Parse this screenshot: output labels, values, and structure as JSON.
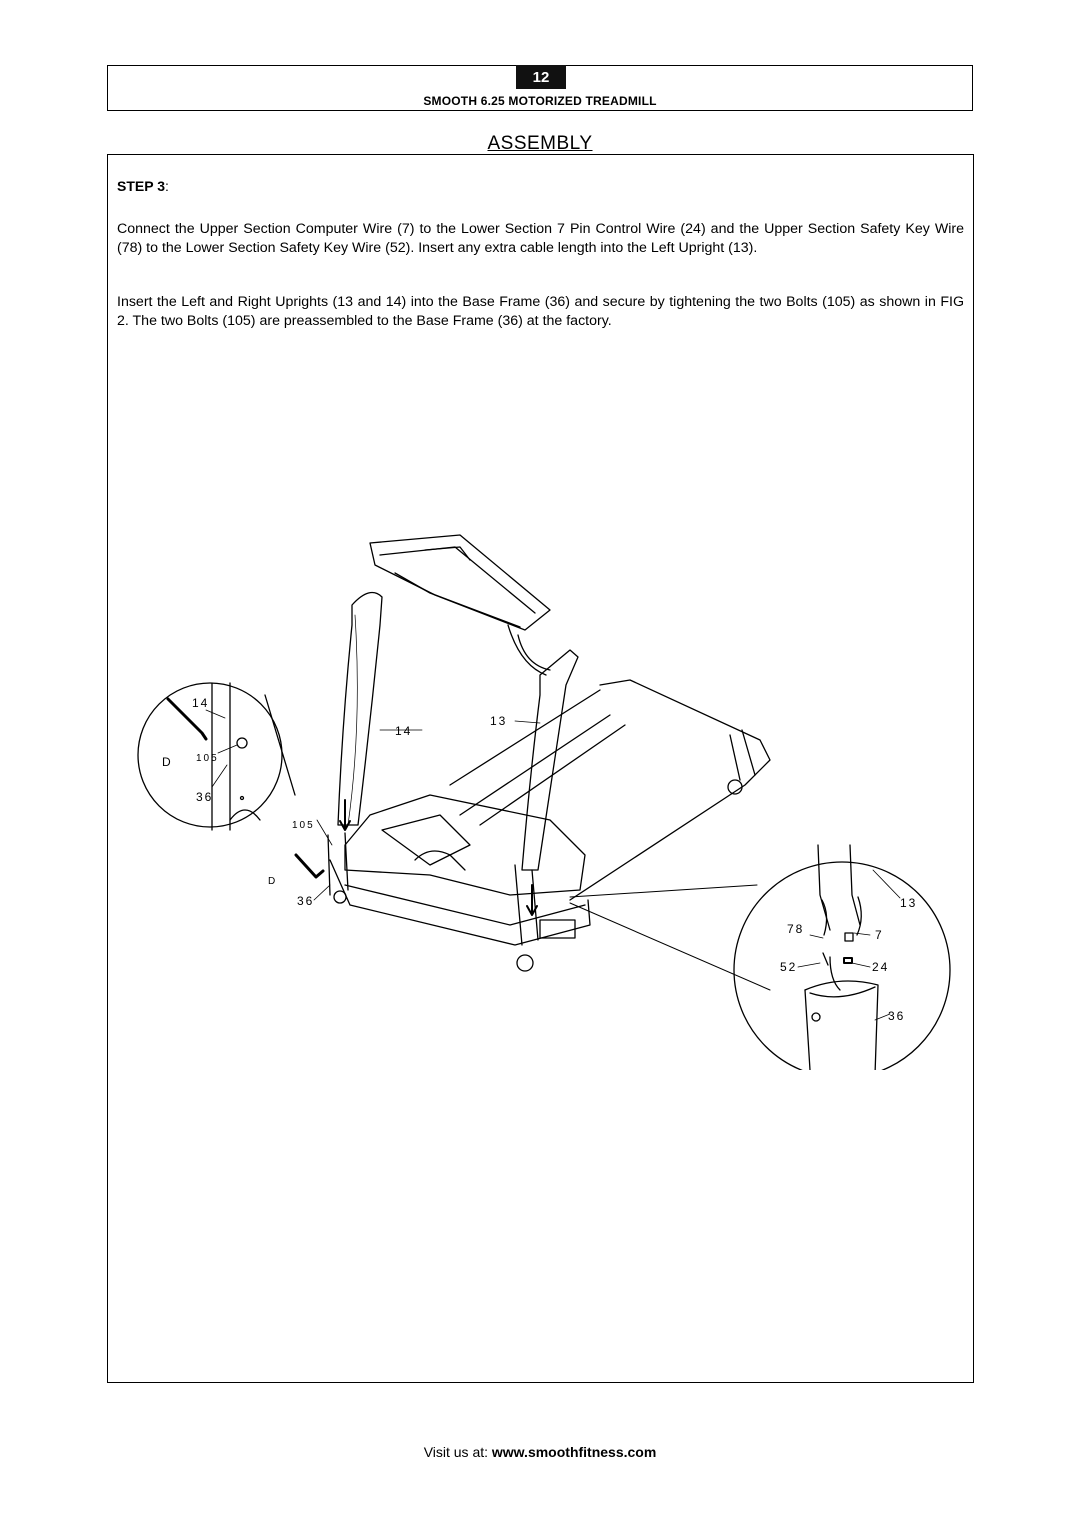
{
  "header": {
    "page_number": "12",
    "doc_title": "SMOOTH 6.25 MOTORIZED TREADMILL"
  },
  "section": {
    "title": "ASSEMBLY"
  },
  "step": {
    "label": "STEP 3",
    "suffix": ":",
    "paragraphs": [
      "Connect the Upper Section Computer Wire (7) to the Lower Section 7 Pin Control Wire (24) and the Upper Section Safety Key Wire (78) to the Lower Section Safety Key Wire (52).   Insert any extra cable length into the Left Upright (13).",
      "Insert the Left and Right Uprights (13 and 14) into the Base Frame (36) and secure by tightening the two Bolts (105) as shown in FIG 2.  The two Bolts (105) are preassembled to the Base Frame (36) at the factory."
    ]
  },
  "figure": {
    "callouts": {
      "left_inset_14": "14",
      "left_inset_D": "D",
      "left_inset_105": "105",
      "left_inset_36": "36",
      "main_14": "14",
      "main_13": "13",
      "main_105": "105",
      "main_D": "D",
      "main_36": "36",
      "right_inset_13": "13",
      "right_inset_78": "78",
      "right_inset_7": "7",
      "right_inset_52": "52",
      "right_inset_24": "24",
      "right_inset_36": "36"
    }
  },
  "footer": {
    "prefix": "Visit us at: ",
    "url": "www.smoothfitness.com"
  }
}
